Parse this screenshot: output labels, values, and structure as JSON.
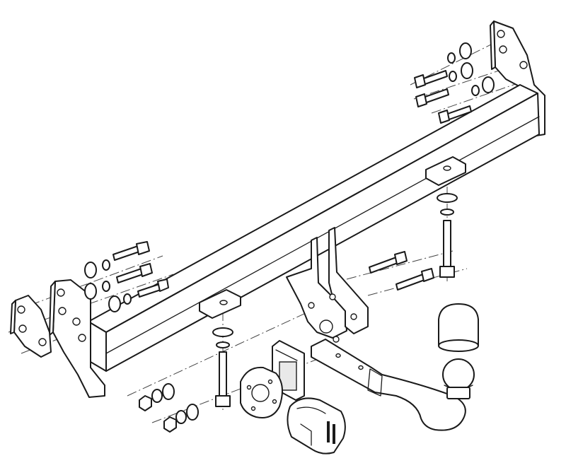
{
  "figure": {
    "background": "#ffffff",
    "line_color": "#1a1a1a",
    "icons": [
      "tow-bar-crossmember",
      "side-bracket-left",
      "side-bracket-right",
      "tow-ball-arm",
      "tow-ball-cap",
      "electrical-socket",
      "socket-mounting-plate",
      "bolt",
      "washer",
      "spring-washer",
      "nut"
    ]
  }
}
